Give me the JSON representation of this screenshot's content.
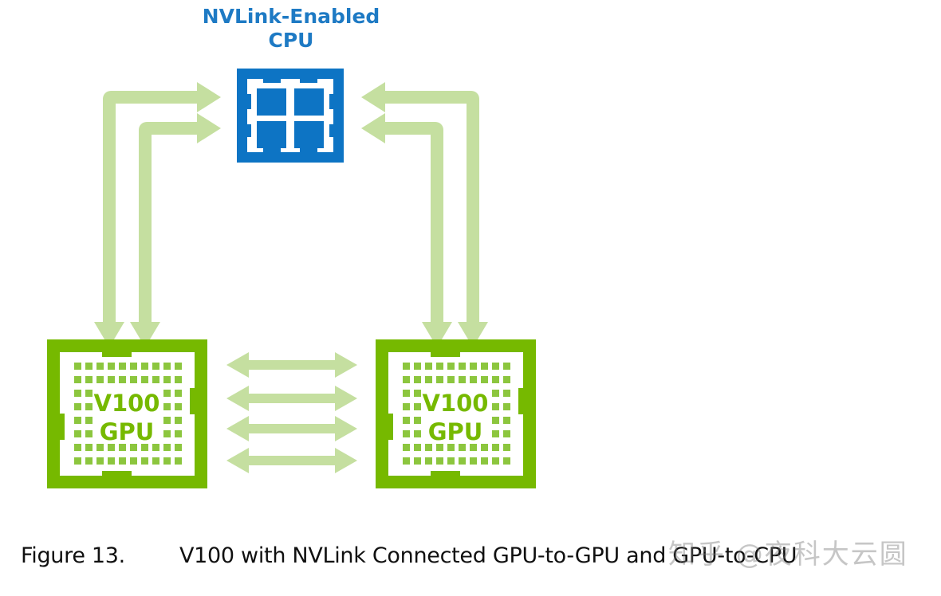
{
  "figure": {
    "cpu_title_line1": "NVLink-Enabled",
    "cpu_title_line2": "CPU",
    "caption_number": "Figure 13.",
    "caption_text": "V100 with NVLink Connected GPU-to-GPU and GPU-to-CPU",
    "watermark": "知乎 @夜科大云圆"
  },
  "nodes": {
    "cpu": {
      "label": "NVLink-Enabled CPU",
      "icon": "cpu-chip-icon",
      "core_count": 4
    },
    "gpu_left": {
      "line1": "V100",
      "line2": "GPU",
      "icon": "gpu-chip-icon"
    },
    "gpu_right": {
      "line1": "V100",
      "line2": "GPU",
      "icon": "gpu-chip-icon"
    }
  },
  "links": {
    "gpu_to_gpu_count": 4,
    "left_gpu_to_cpu_count": 2,
    "right_gpu_to_cpu_count": 2
  },
  "colors": {
    "cpu_blue": "#0d74c4",
    "cpu_title_blue": "#1e7ac4",
    "gpu_green": "#76b900",
    "gpu_text_green": "#76b900",
    "arrow_green": "#c5dfa0",
    "caption_black": "#101010",
    "background": "#ffffff"
  }
}
